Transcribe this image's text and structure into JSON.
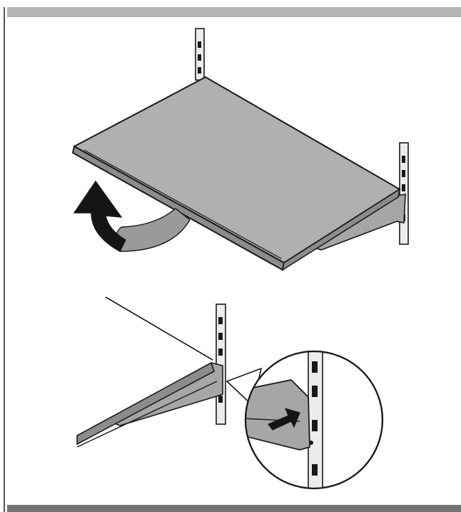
{
  "colors": {
    "header_bar": "#b4b4b4",
    "footer_bar": "#737373",
    "frame_rule": "#555555",
    "shelf_top": "#b0b0b0",
    "shelf_edge": "#8c8c8c",
    "shelf_underside": "#9a9a9a",
    "outline": "#1a1a1a",
    "upright": "#ececec",
    "arrow_dark": "#151515",
    "arrow_light": "#9a9a9a",
    "bracket": "#a6a6a6",
    "magnifier_fill": "#ffffff"
  },
  "illustration": {
    "steps": [
      {
        "name": "tilt-shelf-up",
        "arrow_icon": "curved-up-arrow-icon"
      },
      {
        "name": "push-shelf-into-bracket",
        "arrow_icon": "push-arrow-icon",
        "detail": "magnified-bracket"
      }
    ]
  }
}
